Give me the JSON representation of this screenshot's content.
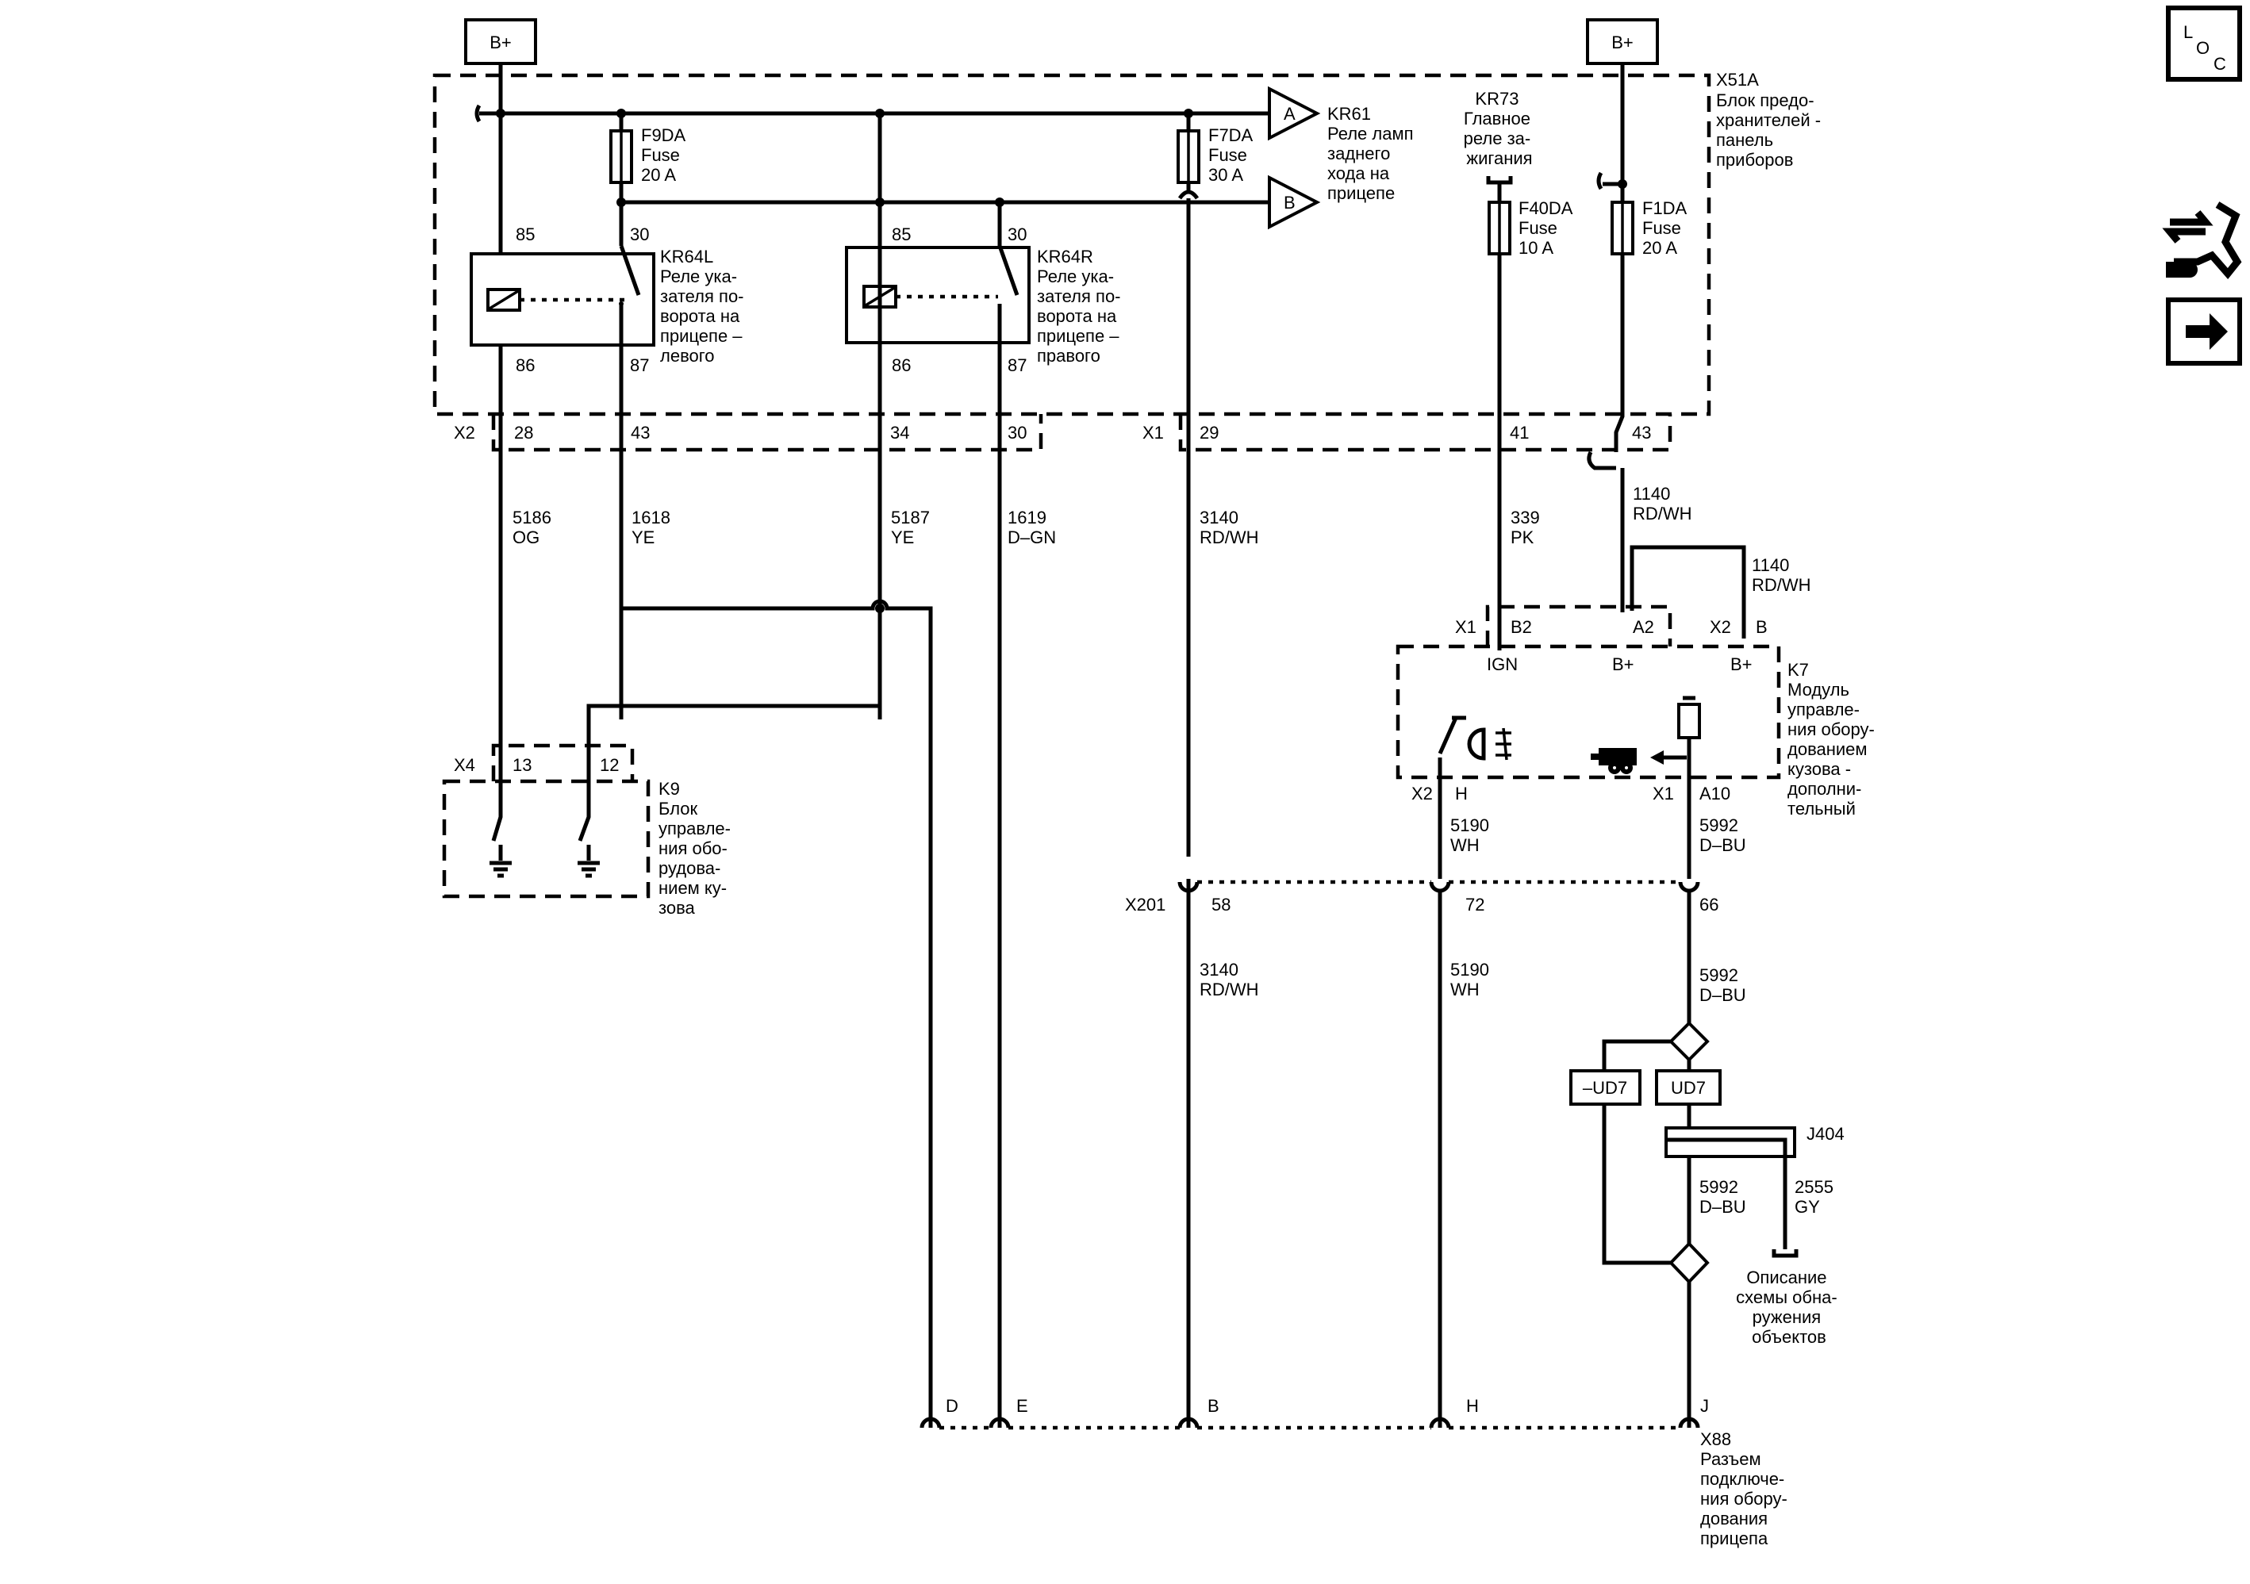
{
  "supply": {
    "b_plus_left": "B+",
    "b_plus_right": "B+"
  },
  "fuse_block": {
    "id": "X51A",
    "name_lines": [
      "Блок предо-",
      "хранителей -",
      "панель",
      "приборов"
    ]
  },
  "fuses": {
    "f9da": [
      "F9DA",
      "Fuse",
      "20 A"
    ],
    "f7da": [
      "F7DA",
      "Fuse",
      "30 A"
    ],
    "f40da": [
      "F40DA",
      "Fuse",
      "10 A"
    ],
    "f1da": [
      "F1DA",
      "Fuse",
      "20 A"
    ]
  },
  "kr61": {
    "id": "KR61",
    "name_lines": [
      "Реле ламп",
      "заднего",
      "хода на",
      "прицепе"
    ],
    "off_a": "A",
    "off_b": "B"
  },
  "kr73": {
    "id": "KR73",
    "name_lines": [
      "Главное",
      "реле за-",
      "жигания"
    ]
  },
  "kr64l": {
    "id": "KR64L",
    "name_lines": [
      "Реле ука-",
      "зателя по-",
      "ворота на",
      "прицепе –",
      "левого"
    ],
    "pins": [
      "85",
      "30",
      "86",
      "87"
    ]
  },
  "kr64r": {
    "id": "KR64R",
    "name_lines": [
      "Реле ука-",
      "зателя по-",
      "ворота на",
      "прицепе –",
      "правого"
    ],
    "pins": [
      "85",
      "30",
      "86",
      "87"
    ]
  },
  "connectors": {
    "x2": {
      "id": "X2",
      "pins": [
        "28",
        "43",
        "34",
        "30"
      ]
    },
    "x1": {
      "id": "X1",
      "pins": [
        "29",
        "41",
        "43"
      ]
    },
    "x4": {
      "id": "X4",
      "pins": [
        "13",
        "12"
      ]
    },
    "x201": {
      "id": "X201",
      "pins": [
        "58",
        "72",
        "66"
      ]
    }
  },
  "wires": {
    "w5186": [
      "5186",
      "OG"
    ],
    "w1618": [
      "1618",
      "YE"
    ],
    "w5187": [
      "5187",
      "YE"
    ],
    "w1619": [
      "1619",
      "D–GN"
    ],
    "w3140a": [
      "3140",
      "RD/WH"
    ],
    "w3140b": [
      "3140",
      "RD/WH"
    ],
    "w339": [
      "339",
      "PK"
    ],
    "w1140a": [
      "1140",
      "RD/WH"
    ],
    "w1140b": [
      "1140",
      "RD/WH"
    ],
    "w5190a": [
      "5190",
      "WH"
    ],
    "w5190b": [
      "5190",
      "WH"
    ],
    "w5992a": [
      "5992",
      "D–BU"
    ],
    "w5992b": [
      "5992",
      "D–BU"
    ],
    "w5992c": [
      "5992",
      "D–BU"
    ],
    "w2555": [
      "2555",
      "GY"
    ]
  },
  "k9": {
    "id": "K9",
    "name_lines": [
      "Блок",
      "управле-",
      "ния обо-",
      "рудова-",
      "нием ку-",
      "зова"
    ]
  },
  "k7": {
    "id": "K7",
    "name_lines": [
      "Модуль",
      "управле-",
      "ния обору-",
      "дованием",
      "кузова -",
      "дополни-",
      "тельный"
    ],
    "top_conn_left": "X1",
    "top_conn_right": "X2",
    "top_pins": [
      "B2",
      "A2",
      "B"
    ],
    "inner": [
      "IGN",
      "B+",
      "B+"
    ],
    "bot_conn_left": "X2",
    "bot_conn_right": "X1",
    "bot_pins": [
      "H",
      "A10"
    ]
  },
  "options": {
    "not_ud7": "–UD7",
    "ud7": "UD7"
  },
  "j404": {
    "id": "J404"
  },
  "object_detection": {
    "lines": [
      "Описание",
      "схемы обна-",
      "ружения",
      "объектов"
    ]
  },
  "x88": {
    "id": "X88",
    "pins": [
      "D",
      "E",
      "B",
      "H",
      "J"
    ],
    "name_lines": [
      "Разъем",
      "подключе-",
      "ния обору-",
      "дования",
      "прицепа"
    ]
  },
  "side_icons": {
    "loc": [
      "L",
      "O",
      "C"
    ],
    "service": "wrench-icon",
    "next": "arrow-right-icon"
  }
}
